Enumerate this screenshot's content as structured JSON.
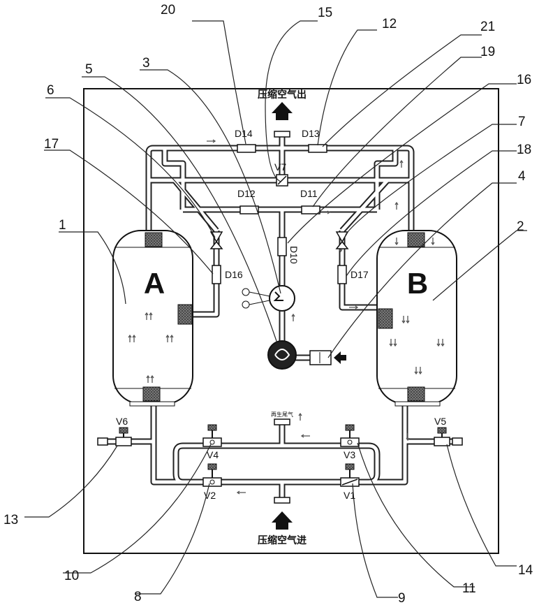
{
  "title_top": "压缩空气出",
  "title_bottom": "压缩空气进",
  "regen_exhaust": "再生尾气",
  "tank_a": "A",
  "tank_b": "B",
  "valves": {
    "V1": "V1",
    "V2": "V2",
    "V3": "V3",
    "V4": "V4",
    "V5": "V5",
    "V6": "V6",
    "V7": "V7"
  },
  "components": {
    "D10": "D10",
    "D11": "D11",
    "D12": "D12",
    "D13": "D13",
    "D14": "D14",
    "D16": "D16",
    "D17": "D17"
  },
  "callouts": {
    "n1": "1",
    "n2": "2",
    "n3": "3",
    "n4": "4",
    "n5": "5",
    "n6": "6",
    "n7": "7",
    "n8": "8",
    "n9": "9",
    "n10": "10",
    "n11": "11",
    "n12": "12",
    "n13": "13",
    "n14": "14",
    "n15": "15",
    "n16": "16",
    "n17": "17",
    "n18": "18",
    "n19": "19",
    "n20": "20",
    "n21": "21"
  }
}
